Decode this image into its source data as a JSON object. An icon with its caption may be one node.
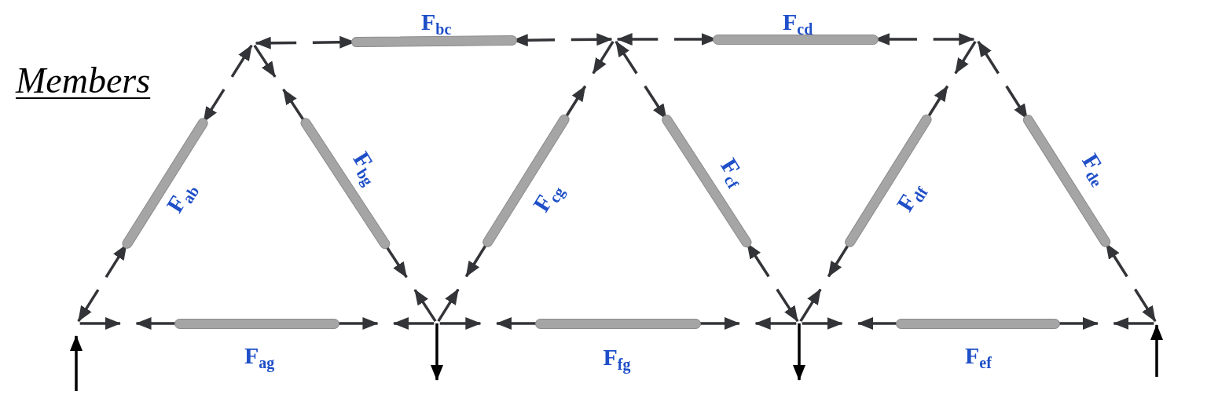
{
  "diagram": {
    "title": "Members",
    "nodes": [
      {
        "text": [
          "F$_{bc}$"
        ]
      },
      {
        "text": [
          "F$_{cd}$"
        ]
      },
      {
        "text": [
          "F$_{ab}$"
        ]
      },
      {
        "text": [
          "F$_{bg}$"
        ]
      },
      {
        "text": [
          "F$_{cg}$"
        ]
      },
      {
        "text": [
          "F$_{cf}$"
        ]
      },
      {
        "text": [
          "F$_{df}$"
        ]
      },
      {
        "text": [
          "F$_{de}$"
        ]
      },
      {
        "text": [
          "F$_{ag}$"
        ]
      },
      {
        "text": [
          "F$_{fg}$"
        ]
      },
      {
        "text": [
          "F$_{ef}$"
        ]
      }
    ]
  }
}
